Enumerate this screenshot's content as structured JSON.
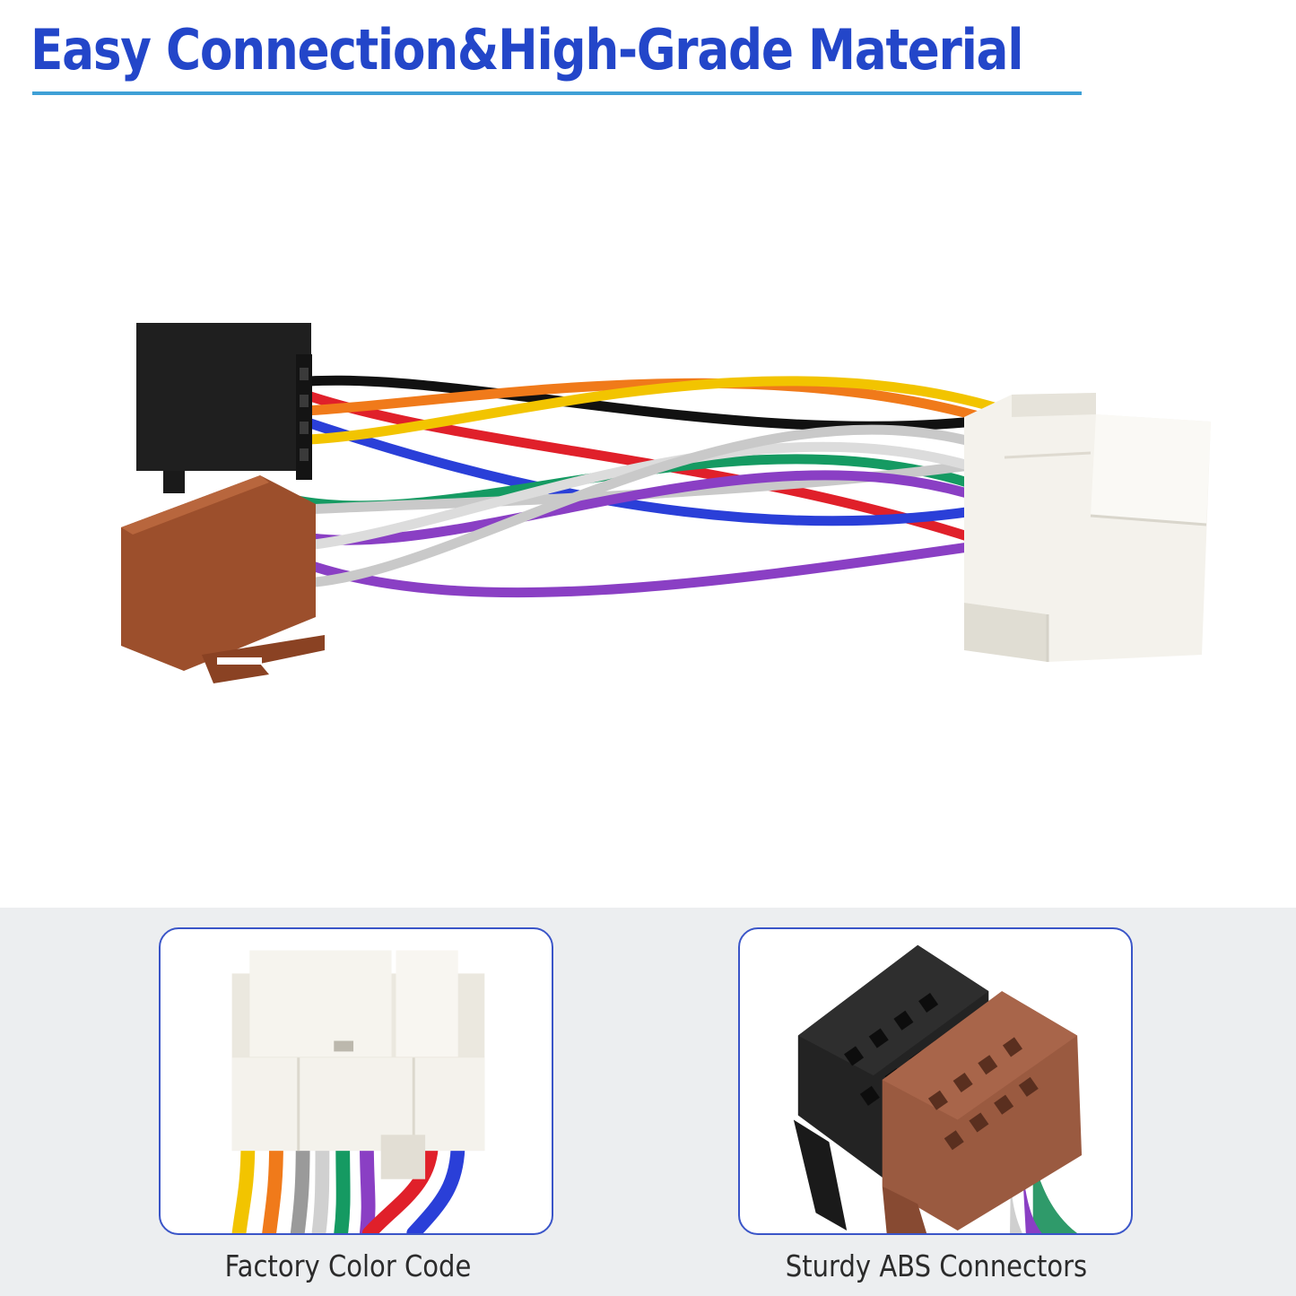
{
  "headline": {
    "text": "Easy Connection&High-Grade Material",
    "color": "#2346c9",
    "rule_color": "#3fa0d6"
  },
  "hero_product": {
    "icon": "wiring-harness-icon",
    "wire_colors": [
      "#111111",
      "#e0202a",
      "#f07a1a",
      "#2a3fd8",
      "#f2c400",
      "#159a62",
      "#c9c9c9",
      "#8a3fc4",
      "#dcdcdc"
    ],
    "connector_colors": {
      "black": "#1f1f1f",
      "brown": "#a0502c",
      "white": "#f4f2ec"
    }
  },
  "band_color": "#eceef0",
  "features": [
    {
      "caption": "Factory Color Code",
      "icon": "white-connector-closeup-icon"
    },
    {
      "caption": "Sturdy ABS Connectors",
      "icon": "iso-connectors-closeup-icon"
    }
  ]
}
